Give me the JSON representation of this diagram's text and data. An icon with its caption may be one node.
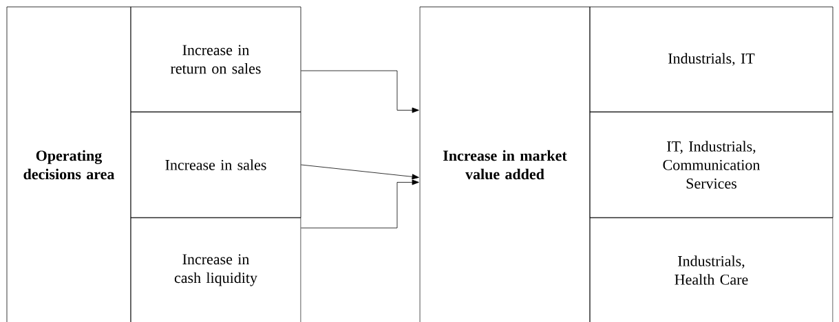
{
  "diagram": {
    "nodes": [
      {
        "text": [
          "Operating decisions area"
        ]
      },
      {
        "text": [
          "Increase in return on sales"
        ]
      },
      {
        "text": [
          "Increase in sales"
        ]
      },
      {
        "text": [
          "Increase in cash liquidity"
        ]
      },
      {
        "text": [
          "Increase in market value added"
        ]
      },
      {
        "text": [
          "Industrials, IT"
        ]
      },
      {
        "text": [
          "IT, Industrials, Communication Services"
        ]
      },
      {
        "text": [
          "Industrials, Health Care"
        ]
      }
    ],
    "edges": [
      {
        "from": 1,
        "to": 4,
        "arrow": "to"
      },
      {
        "from": 2,
        "to": 4,
        "arrow": "to"
      },
      {
        "from": 3,
        "to": 4,
        "arrow": "to"
      }
    ]
  }
}
